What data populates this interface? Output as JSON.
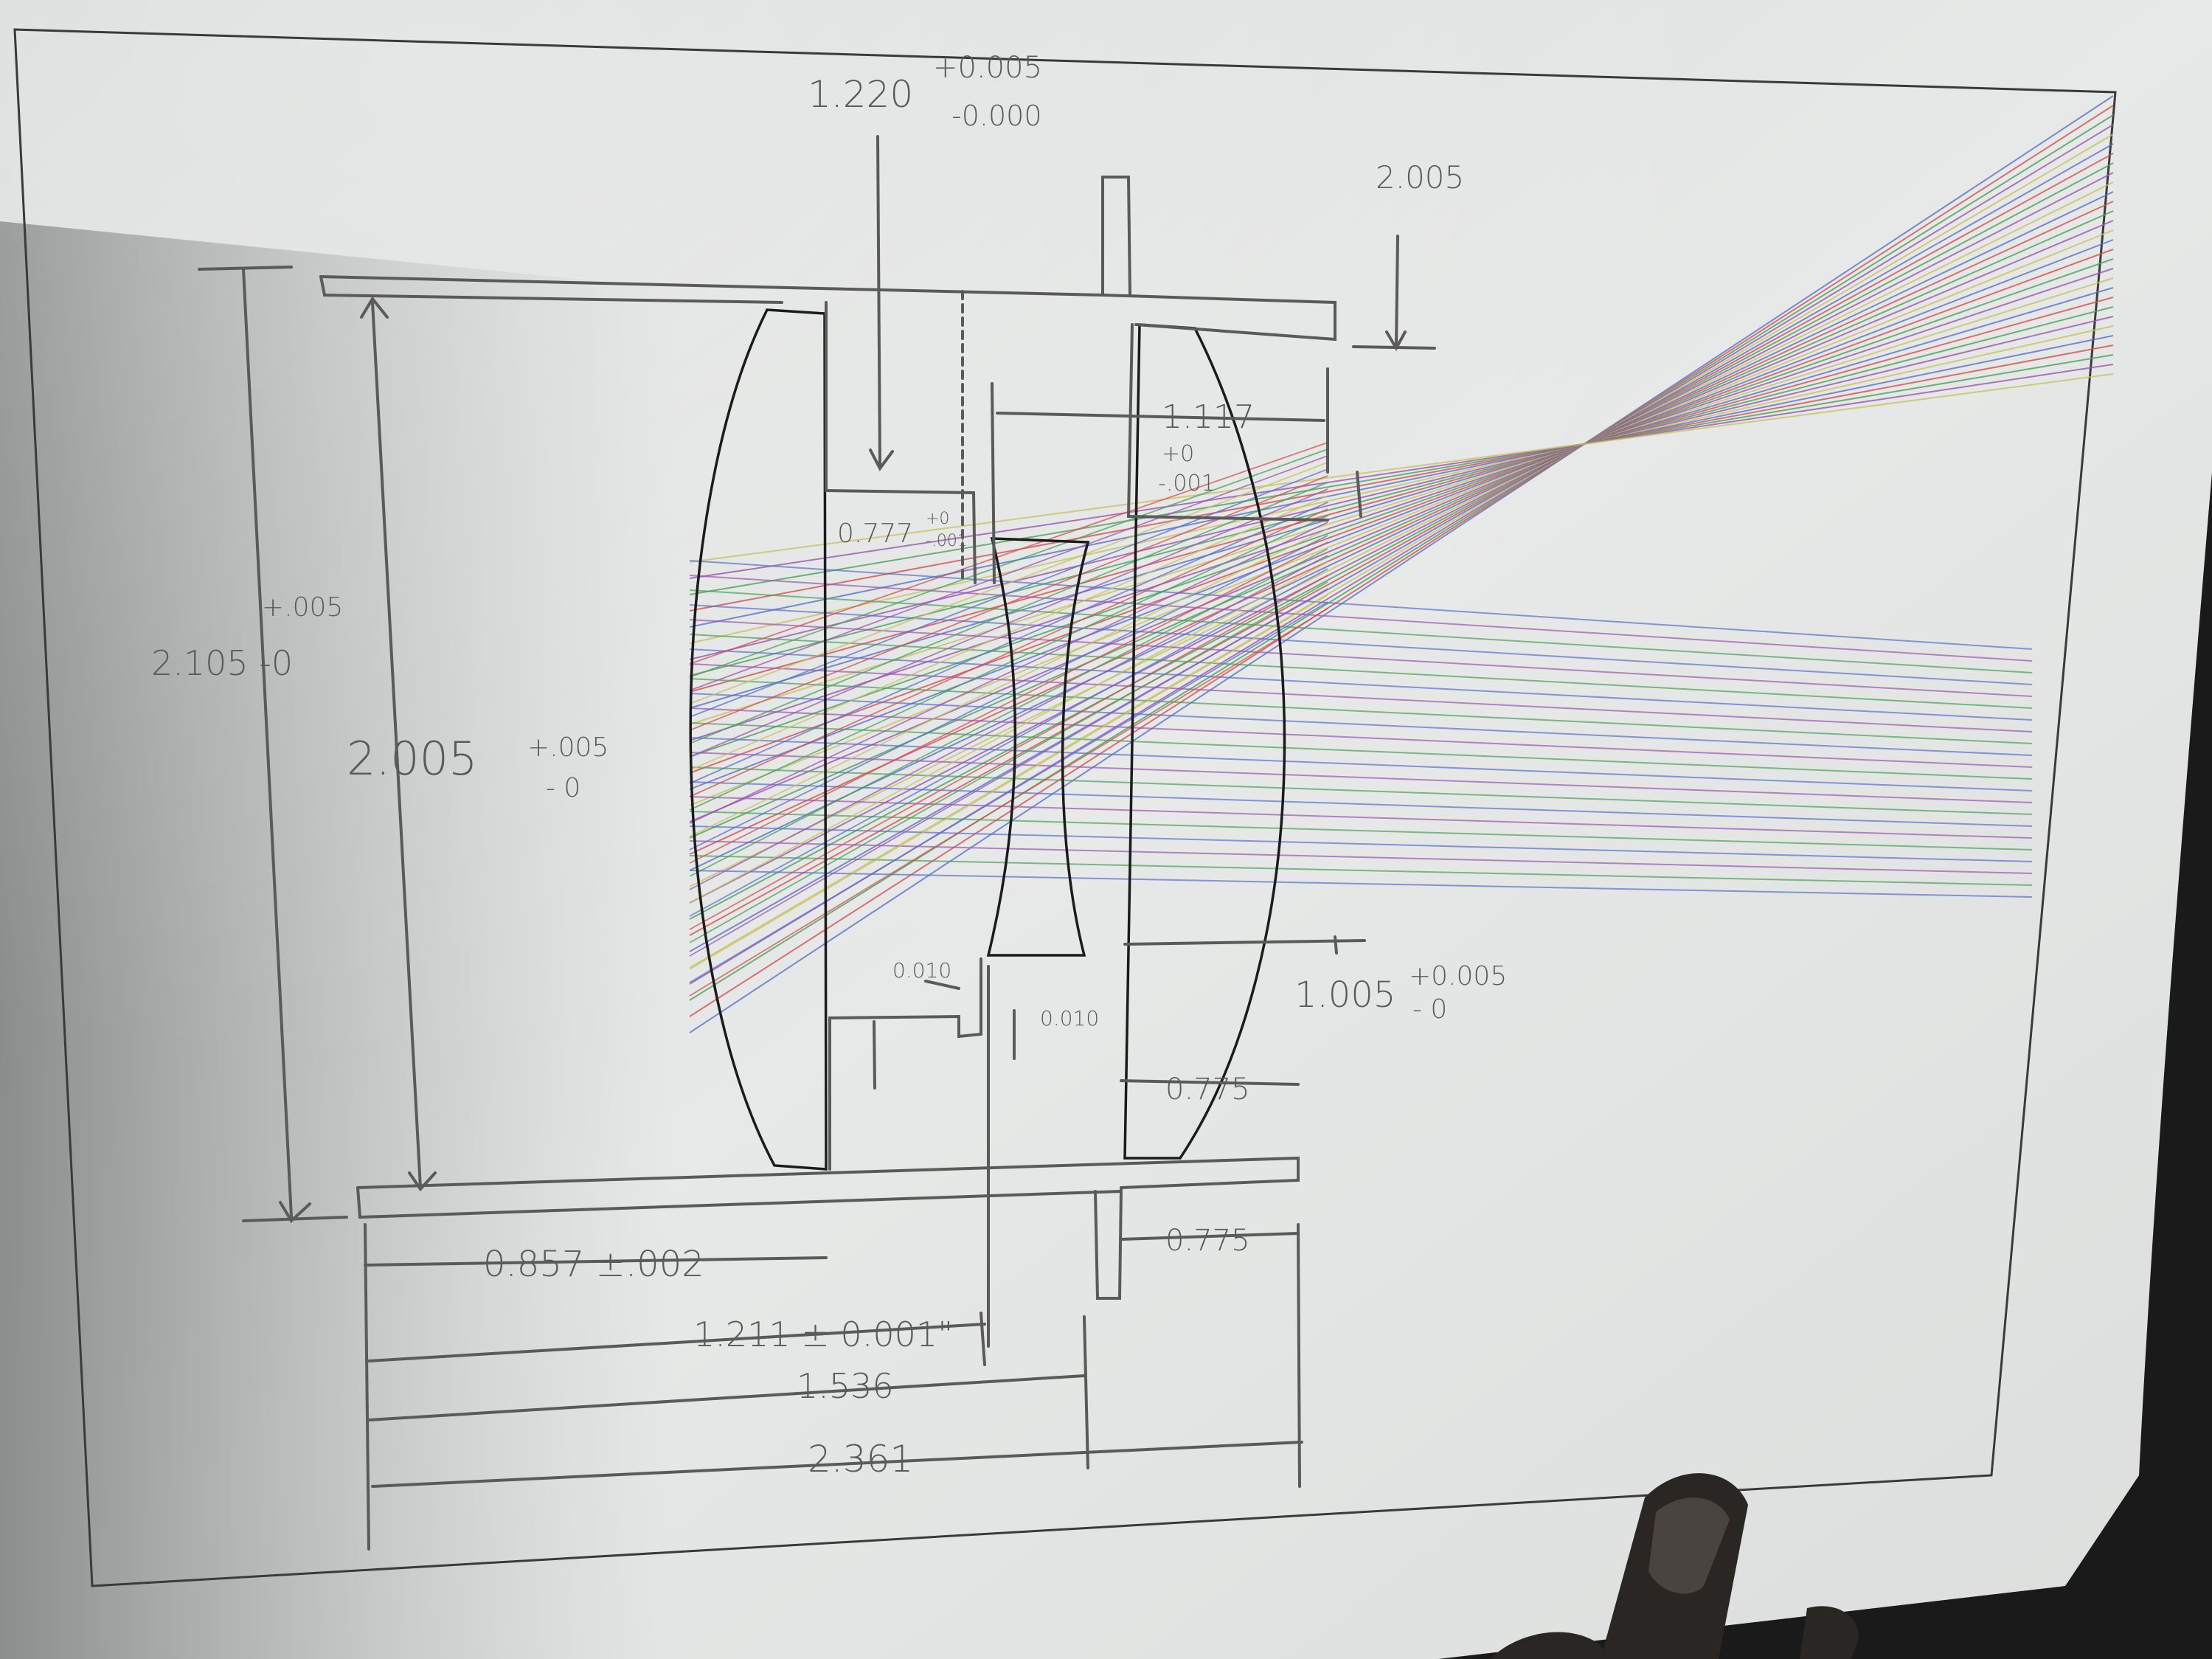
{
  "colors": {
    "paper": "#e4e6e5",
    "paper_shadow": "#8c8e8e",
    "pencil": "#555555",
    "lens_outline": "#1b1b1b",
    "ray_red": "#d25050",
    "ray_green": "#4aa05a",
    "ray_blue": "#5a6fc8",
    "ray_violet": "#9a55b0",
    "ray_yellow": "#c8c060"
  },
  "drawing": {
    "dims": {
      "top_center": "1.220",
      "top_center_plus": "+0.005",
      "top_center_minus": "-0.000",
      "top_right": "2.005",
      "left_outer_tol": "+.005",
      "left_outer": "2.105 -0",
      "left_inner": "2.005",
      "left_inner_plus": "+.005",
      "left_inner_minus": "- 0",
      "small_left": "0.777",
      "small_left_tol_plus": "+0",
      "small_left_tol_minus": "-.001",
      "spacer_center": "1.117",
      "spacer_center_plus": "+0",
      "spacer_center_minus": "-.001",
      "small_010_a": "0.010",
      "small_010_b": "0.010",
      "right_mid": "1.005",
      "right_mid_plus": "+0.005",
      "right_mid_minus": "- 0",
      "right_775_a": "0.775",
      "right_775_b": "0.775",
      "bottom_1": "0.857 ±.002",
      "bottom_2": "1.211 ± 0.001\"",
      "bottom_3": "1.536",
      "bottom_4": "2.361"
    }
  }
}
